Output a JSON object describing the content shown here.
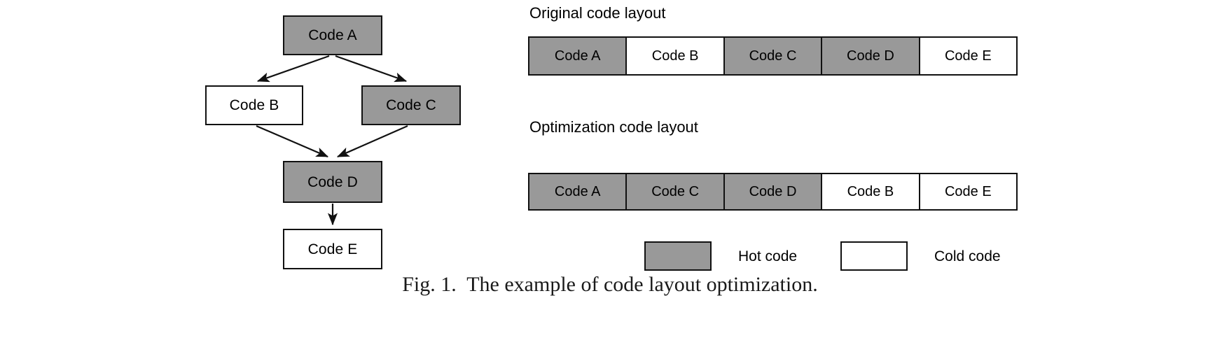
{
  "figure": {
    "caption": "Fig. 1.  The example of code layout optimization."
  },
  "flowchart": {
    "nodes": [
      {
        "id": "code-a",
        "label": "Code A",
        "kind": "hot"
      },
      {
        "id": "code-b",
        "label": "Code B",
        "kind": "cold"
      },
      {
        "id": "code-c",
        "label": "Code C",
        "kind": "hot"
      },
      {
        "id": "code-d",
        "label": "Code D",
        "kind": "hot"
      },
      {
        "id": "code-e",
        "label": "Code E",
        "kind": "cold"
      }
    ],
    "edges": [
      {
        "from": "Code A",
        "to": "Code B"
      },
      {
        "from": "Code A",
        "to": "Code C"
      },
      {
        "from": "Code B",
        "to": "Code D"
      },
      {
        "from": "Code C",
        "to": "Code D"
      },
      {
        "from": "Code D",
        "to": "Code E"
      }
    ]
  },
  "layouts": [
    {
      "heading": "Original code layout",
      "cells": [
        {
          "label": "Code A",
          "kind": "hot"
        },
        {
          "label": "Code B",
          "kind": "cold"
        },
        {
          "label": "Code C",
          "kind": "hot"
        },
        {
          "label": "Code D",
          "kind": "hot"
        },
        {
          "label": "Code E",
          "kind": "cold"
        }
      ]
    },
    {
      "heading": "Optimization code layout",
      "cells": [
        {
          "label": "Code A",
          "kind": "hot"
        },
        {
          "label": "Code C",
          "kind": "hot"
        },
        {
          "label": "Code D",
          "kind": "hot"
        },
        {
          "label": "Code B",
          "kind": "cold"
        },
        {
          "label": "Code E",
          "kind": "cold"
        }
      ]
    }
  ],
  "legend": {
    "entries": [
      {
        "label": "Hot code",
        "kind": "hot"
      },
      {
        "label": "Cold code",
        "kind": "cold"
      }
    ]
  },
  "colors": {
    "hot_fill": "#999999",
    "cold_fill": "#ffffff",
    "stroke": "#111111",
    "text": "#000000",
    "background": "#ffffff"
  }
}
